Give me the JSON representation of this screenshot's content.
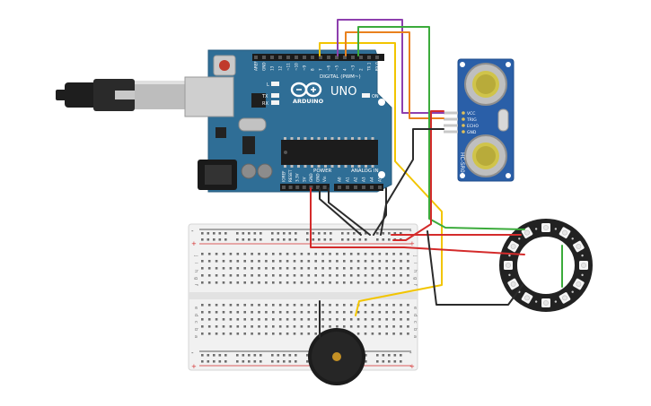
{
  "arduino": {
    "brand": "ARDUINO",
    "model": "UNO",
    "digital_label": "DIGITAL (PWM~)",
    "power_label": "POWER",
    "analog_label": "ANALOG IN",
    "led_l": "L",
    "led_tx": "TX",
    "led_rx": "RX",
    "led_on": "ON",
    "digital_pins": [
      "AREF",
      "GND",
      "13",
      "12",
      "~11",
      "~10",
      "~9",
      "8",
      "7",
      "~6",
      "~5",
      "4",
      "~3",
      "2",
      "TX 1",
      "RX 0"
    ],
    "power_pins": [
      "IOREF",
      "RESET",
      "3.3V",
      "5V",
      "GND",
      "GND",
      "Vin"
    ],
    "analog_pins": [
      "A0",
      "A1",
      "A2",
      "A3",
      "A4",
      "A5"
    ],
    "board_color": "#2f6e96"
  },
  "sensor": {
    "model": "HC-SR04",
    "pins": [
      "VCC",
      "TRIG",
      "ECHO",
      "GND"
    ],
    "color": "#2a5fa8"
  },
  "breadboard": {
    "row_labels": [
      "j",
      "i",
      "h",
      "g",
      "f",
      "e",
      "d",
      "c",
      "b",
      "a"
    ],
    "rail_plus": "+",
    "rail_minus": "-"
  },
  "wires": {
    "red": "#d42b2b",
    "black": "#2b2b2b",
    "yellow": "#f2c500",
    "green": "#3bab3b",
    "orange": "#e9811e",
    "purple": "#8e3fae"
  },
  "neopixel": {
    "led_count": 12,
    "ring_color": "#222222"
  },
  "buzzer": {
    "color": "#1c1c1c",
    "center_color": "#c59125"
  }
}
